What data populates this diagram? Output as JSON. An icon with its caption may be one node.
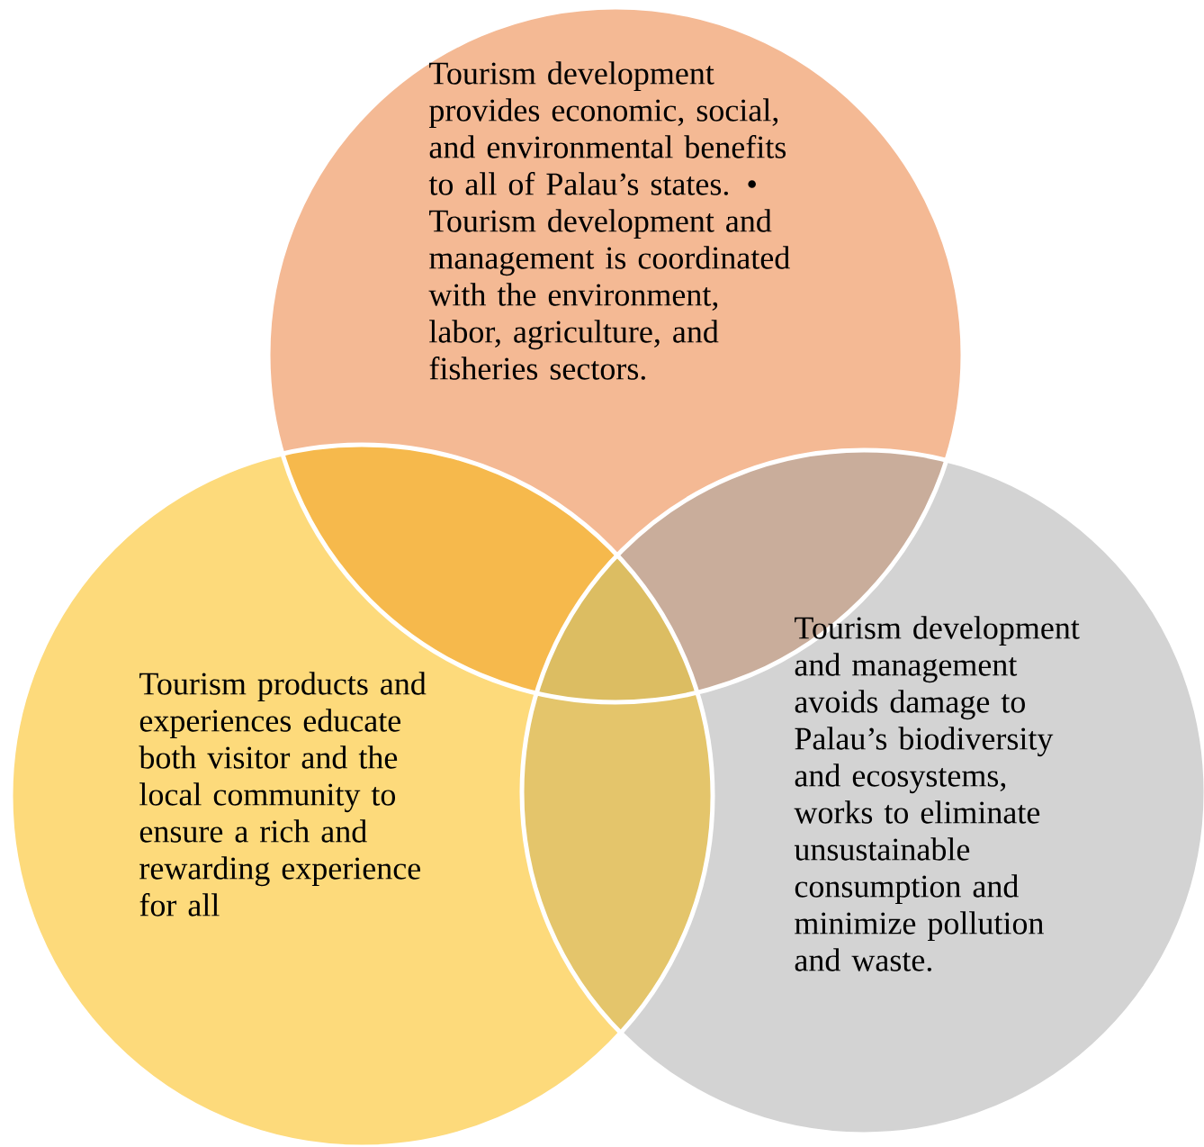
{
  "diagram": {
    "nodes": [
      {
        "text": [
          "Tourism development provides economic, social, and environmental benefits to all of Palau’s states. • Tourism development and management is coordinated with the environment, labor, agriculture, and fisheries sectors."
        ]
      },
      {
        "text": [
          "Tourism products and experiences educate both visitor and the local community to ensure a rich and rewarding experience for all"
        ]
      },
      {
        "text": [
          "Tourism development and management avoids damage to Palau’s biodiversity and ecosystems, works to eliminate unsustainable consumption and minimize pollution and waste."
        ]
      }
    ]
  }
}
